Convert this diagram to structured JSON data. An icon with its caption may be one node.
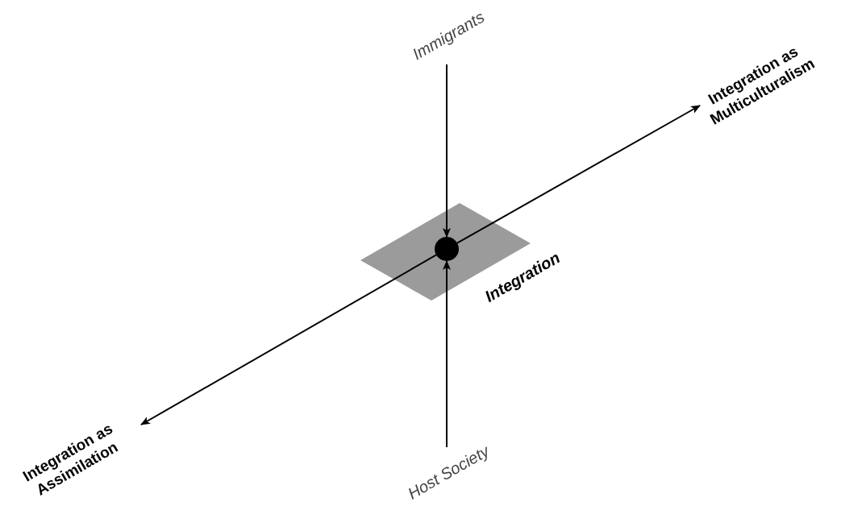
{
  "diagram": {
    "nodes": [
      {
        "text": [
          "Immigrants"
        ]
      },
      {
        "text": [
          "Host Society"
        ]
      },
      {
        "text": [
          "Integration as Multiculturalism"
        ]
      },
      {
        "text": [
          "Integration as Assimilation"
        ]
      },
      {
        "text": [],
        "shape": "circle",
        "beside": [
          "Integration"
        ]
      }
    ],
    "edges": [
      {
        "from": 0,
        "to": 4,
        "arrow": "to"
      },
      {
        "from": 1,
        "to": 4,
        "arrow": "to"
      },
      {
        "from": 4,
        "to": 2,
        "arrow": "to"
      },
      {
        "from": 4,
        "to": 3,
        "arrow": "to"
      }
    ]
  }
}
